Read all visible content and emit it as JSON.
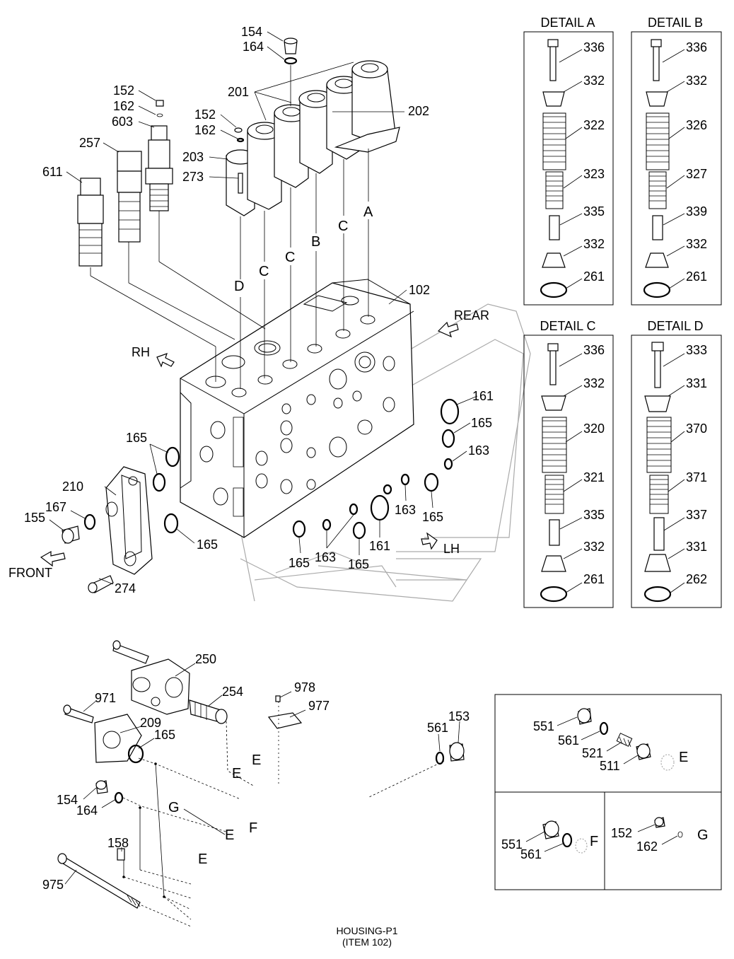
{
  "details": [
    {
      "title": "DETAIL A",
      "parts": [
        "336",
        "332",
        "322",
        "323",
        "335",
        "332",
        "261"
      ]
    },
    {
      "title": "DETAIL B",
      "parts": [
        "336",
        "332",
        "326",
        "327",
        "339",
        "332",
        "261"
      ]
    },
    {
      "title": "DETAIL C",
      "parts": [
        "336",
        "332",
        "320",
        "321",
        "335",
        "332",
        "261"
      ]
    },
    {
      "title": "DETAIL D",
      "parts": [
        "333",
        "331",
        "370",
        "371",
        "337",
        "331",
        "262"
      ]
    }
  ],
  "directions": {
    "rear": "REAR",
    "rh": "RH",
    "lh": "LH",
    "front": "FRONT"
  },
  "main_labels": {
    "p154": "154",
    "p164": "164",
    "p201": "201",
    "p202": "202",
    "p152": "152",
    "p162": "162",
    "p603": "603",
    "p257": "257",
    "p611": "611",
    "p203": "203",
    "p273": "273",
    "p102": "102",
    "p161a": "161",
    "p165a": "165",
    "p163a": "163",
    "p165b": "165",
    "p210": "210",
    "p167": "167",
    "p155": "155",
    "p274": "274",
    "p165c": "165",
    "p165d": "165",
    "p163b": "163",
    "p165e": "165",
    "p161b": "161",
    "p163c": "163",
    "p165f": "165",
    "sA": "A",
    "sB": "B",
    "sC1": "C",
    "sC2": "C",
    "sC3": "C",
    "sD": "D"
  },
  "lower_labels": {
    "p250": "250",
    "p254": "254",
    "p971": "971",
    "p209": "209",
    "p165": "165",
    "p978": "978",
    "p977": "977",
    "p561": "561",
    "p153": "153",
    "p154": "154",
    "p164": "164",
    "p158": "158",
    "p975": "975",
    "eE1": "E",
    "eE2": "E",
    "eE3": "E",
    "eG": "G",
    "eE4": "E",
    "eF": "F"
  },
  "box_labels": {
    "p551a": "551",
    "p561a": "561",
    "p521": "521",
    "p511": "511",
    "bE": "E",
    "p551b": "551",
    "p561b": "561",
    "bF": "F",
    "p152": "152",
    "p162": "162",
    "bG": "G"
  },
  "footer": {
    "line1": "HOUSING-P1",
    "line2": "(ITEM 102)"
  }
}
